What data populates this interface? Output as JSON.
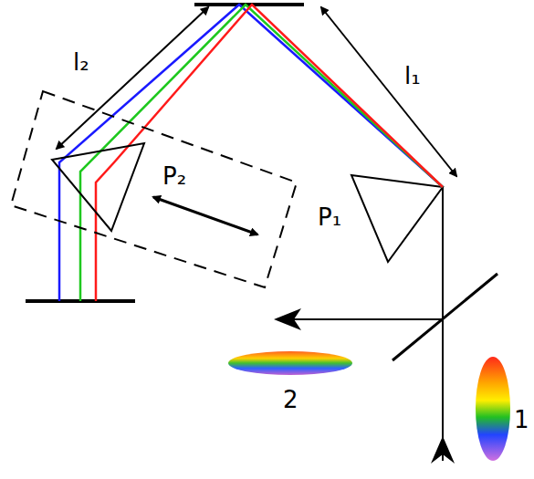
{
  "diagram": {
    "labels": [
      "l₂",
      "l₁",
      "P₂",
      "P₁",
      "2",
      "1"
    ]
  }
}
